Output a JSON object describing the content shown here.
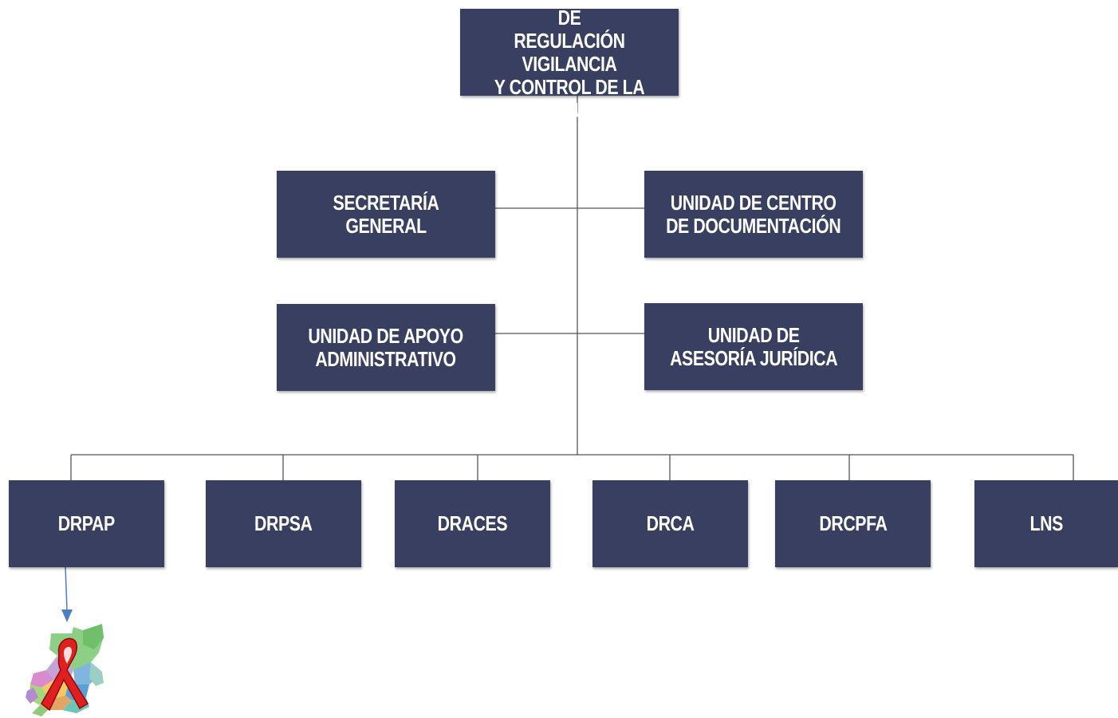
{
  "top": "DIRECCIÓN GENERAL DE\nREGULACIÓN VIGILANCIA\nY CONTROL DE LA SALUD",
  "staff_left": [
    "SECRETARÍA GENERAL",
    "UNIDAD DE APOYO\nADMINISTRATIVO"
  ],
  "staff_right": [
    "UNIDAD DE CENTRO\nDE DOCUMENTACIÓN",
    "UNIDAD DE\nASESORÍA JURÍDICA"
  ],
  "departments": [
    "DRPAP",
    "DRPSA",
    "DRACES",
    "DRCA",
    "DRCPFA",
    "LNS"
  ],
  "colors": {
    "box": "#383f61",
    "text": "#ffffff",
    "connector": "#555555",
    "arrow": "#4a7fc1"
  },
  "icons": [
    "down-arrow-icon",
    "guatemala-map-ribbon-icon"
  ]
}
